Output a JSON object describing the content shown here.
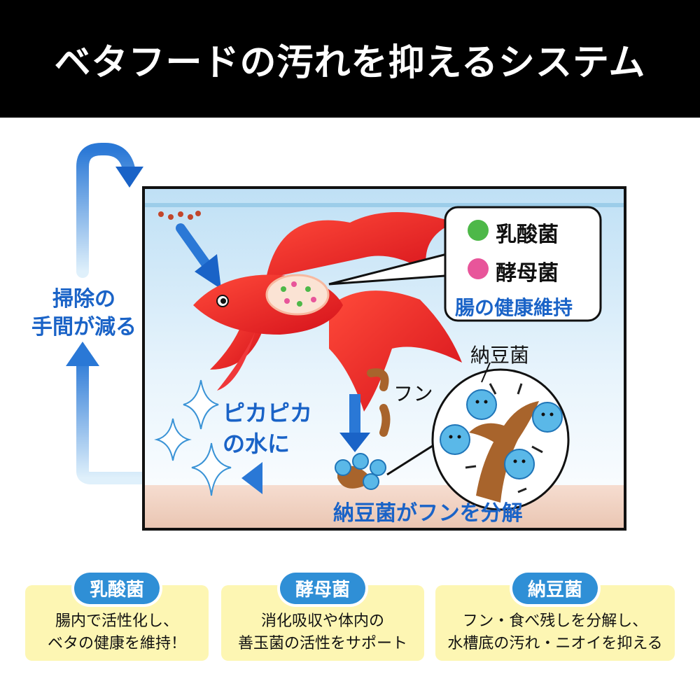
{
  "title": "ベタフードの汚れを抑えるシステム",
  "diagram": {
    "cycle_label_line1": "掃除の",
    "cycle_label_line2": "手間が減る",
    "clean_water_line1": "ピカピカ",
    "clean_water_line2": "の水に",
    "bubble_items": [
      {
        "label": "乳酸菌",
        "color": "#4db848"
      },
      {
        "label": "酵母菌",
        "color": "#e8559a"
      }
    ],
    "bubble_caption": "腸の健康維持",
    "natto_label": "納豆菌",
    "feces_label": "フン",
    "decompose_label": "納豆菌がフンを分解"
  },
  "cards": [
    {
      "title": "乳酸菌",
      "line1": "腸内で活性化し、",
      "line2": "ベタの健康を維持！"
    },
    {
      "title": "酵母菌",
      "line1": "消化吸収や体内の",
      "line2": "善玉菌の活性をサポート"
    },
    {
      "title": "納豆菌",
      "line1": "フン・食べ残しを分解し、",
      "line2": "水槽底の汚れ・ニオイを抑える"
    }
  ],
  "colors": {
    "accent_blue": "#1a63c7",
    "card_bg": "#fdf6b3",
    "pill": "#2f8fd6",
    "fish": "#e61e1e"
  }
}
